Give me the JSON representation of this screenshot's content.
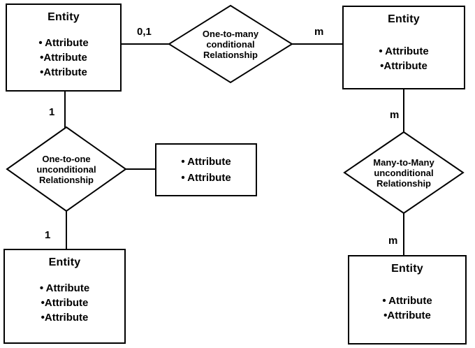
{
  "diagram": {
    "entities": {
      "top_left": {
        "title": "Entity",
        "attributes": [
          "• Attribute",
          "•Attribute",
          "•Attribute"
        ]
      },
      "top_right": {
        "title": "Entity",
        "attributes": [
          "• Attribute",
          "•Attribute"
        ]
      },
      "bottom_left": {
        "title": "Entity",
        "attributes": [
          "• Attribute",
          "•Attribute",
          "•Attribute"
        ]
      },
      "bottom_right": {
        "title": "Entity",
        "attributes": [
          "• Attribute",
          "•Attribute"
        ]
      }
    },
    "attribute_box": {
      "lines": [
        "• Attribute",
        "• Attribute"
      ]
    },
    "relationships": {
      "one_to_many": {
        "line1": "One-to-many",
        "line2": "conditional",
        "line3": "Relationship"
      },
      "one_to_one": {
        "line1": "One-to-one",
        "line2": "unconditional",
        "line3": "Relationship"
      },
      "many_to_many": {
        "line1": "Many-to-Many",
        "line2": "unconditional",
        "line3": "Relationship"
      }
    },
    "cardinalities": {
      "top_left": "0,1",
      "top_right": "m",
      "left_upper": "1",
      "left_lower": "1",
      "right_upper": "m",
      "right_lower": "m"
    },
    "colors": {
      "line": "#000000",
      "background": "#ffffff"
    }
  }
}
